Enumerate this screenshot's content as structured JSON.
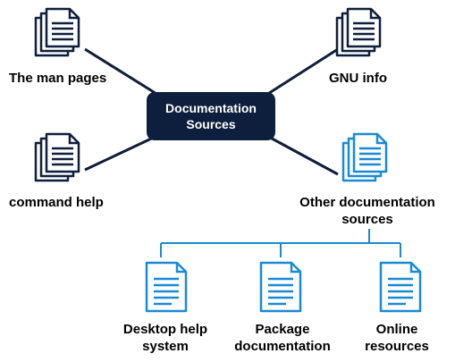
{
  "center": {
    "line1": "Documentation",
    "line2": "Sources"
  },
  "nodes": {
    "man_pages": "The man pages",
    "gnu_info": "GNU info",
    "command_help": "command help",
    "other_line1": "Other documentation",
    "other_line2": "sources"
  },
  "children": {
    "desktop_line1": "Desktop help",
    "desktop_line2": "system",
    "package_line1": "Package",
    "package_line2": "documentation",
    "online_line1": "Online",
    "online_line2": "resources"
  },
  "colors": {
    "dark_navy": "#0d1f3c",
    "connector": "#0d1f3c",
    "blue": "#1a8ad4",
    "text": "#000000"
  },
  "icons": {
    "dark_doc": "document-stack-icon",
    "blue_doc": "document-icon"
  }
}
